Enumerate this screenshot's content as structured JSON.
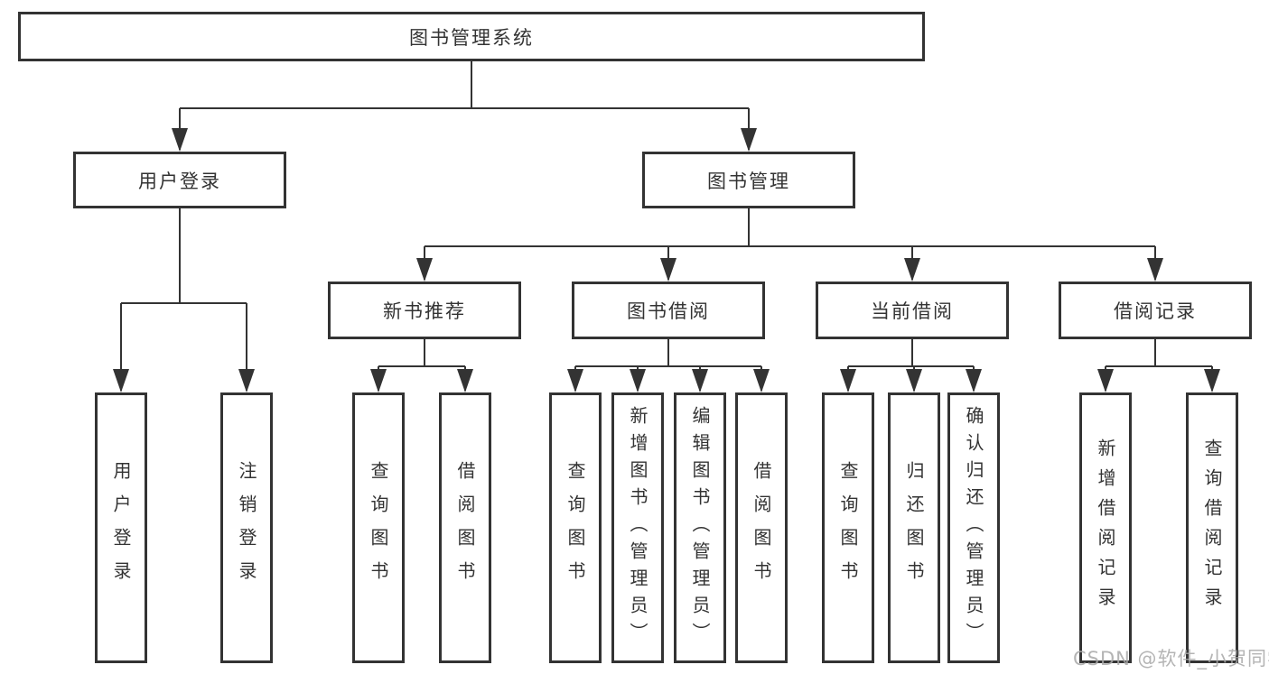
{
  "diagram": {
    "type": "tree",
    "title": "图书管理系统",
    "nodes": {
      "root": {
        "label": "图书管理系统"
      },
      "level2": [
        {
          "label": "用户登录",
          "parent": "图书管理系统"
        },
        {
          "label": "图书管理",
          "parent": "图书管理系统"
        }
      ],
      "level3": [
        {
          "label": "新书推荐",
          "parent": "图书管理"
        },
        {
          "label": "图书借阅",
          "parent": "图书管理"
        },
        {
          "label": "当前借阅",
          "parent": "图书管理"
        },
        {
          "label": "借阅记录",
          "parent": "图书管理"
        }
      ],
      "leaves": [
        {
          "label": "用户登录",
          "parent": "用户登录"
        },
        {
          "label": "注销登录",
          "parent": "用户登录"
        },
        {
          "label": "查询图书",
          "parent": "新书推荐"
        },
        {
          "label": "借阅图书",
          "parent": "新书推荐"
        },
        {
          "label": "查询图书",
          "parent": "图书借阅"
        },
        {
          "label": "新增图书（管理员）",
          "parent": "图书借阅"
        },
        {
          "label": "编辑图书（管理员）",
          "parent": "图书借阅"
        },
        {
          "label": "借阅图书",
          "parent": "图书借阅"
        },
        {
          "label": "查询图书",
          "parent": "当前借阅"
        },
        {
          "label": "归还图书",
          "parent": "当前借阅"
        },
        {
          "label": "确认归还（管理员）",
          "parent": "当前借阅"
        },
        {
          "label": "新增借阅记录",
          "parent": "借阅记录"
        },
        {
          "label": "查询借阅记录",
          "parent": "借阅记录"
        }
      ]
    },
    "colors": {
      "line": "#333333",
      "border": "#333333",
      "box_background": "#ffffff",
      "text": "#333333",
      "watermark_text": "#a8a8a8",
      "page_background": "#ffffff"
    },
    "watermark": {
      "text": "CSDN @软件_小贺同学"
    }
  }
}
